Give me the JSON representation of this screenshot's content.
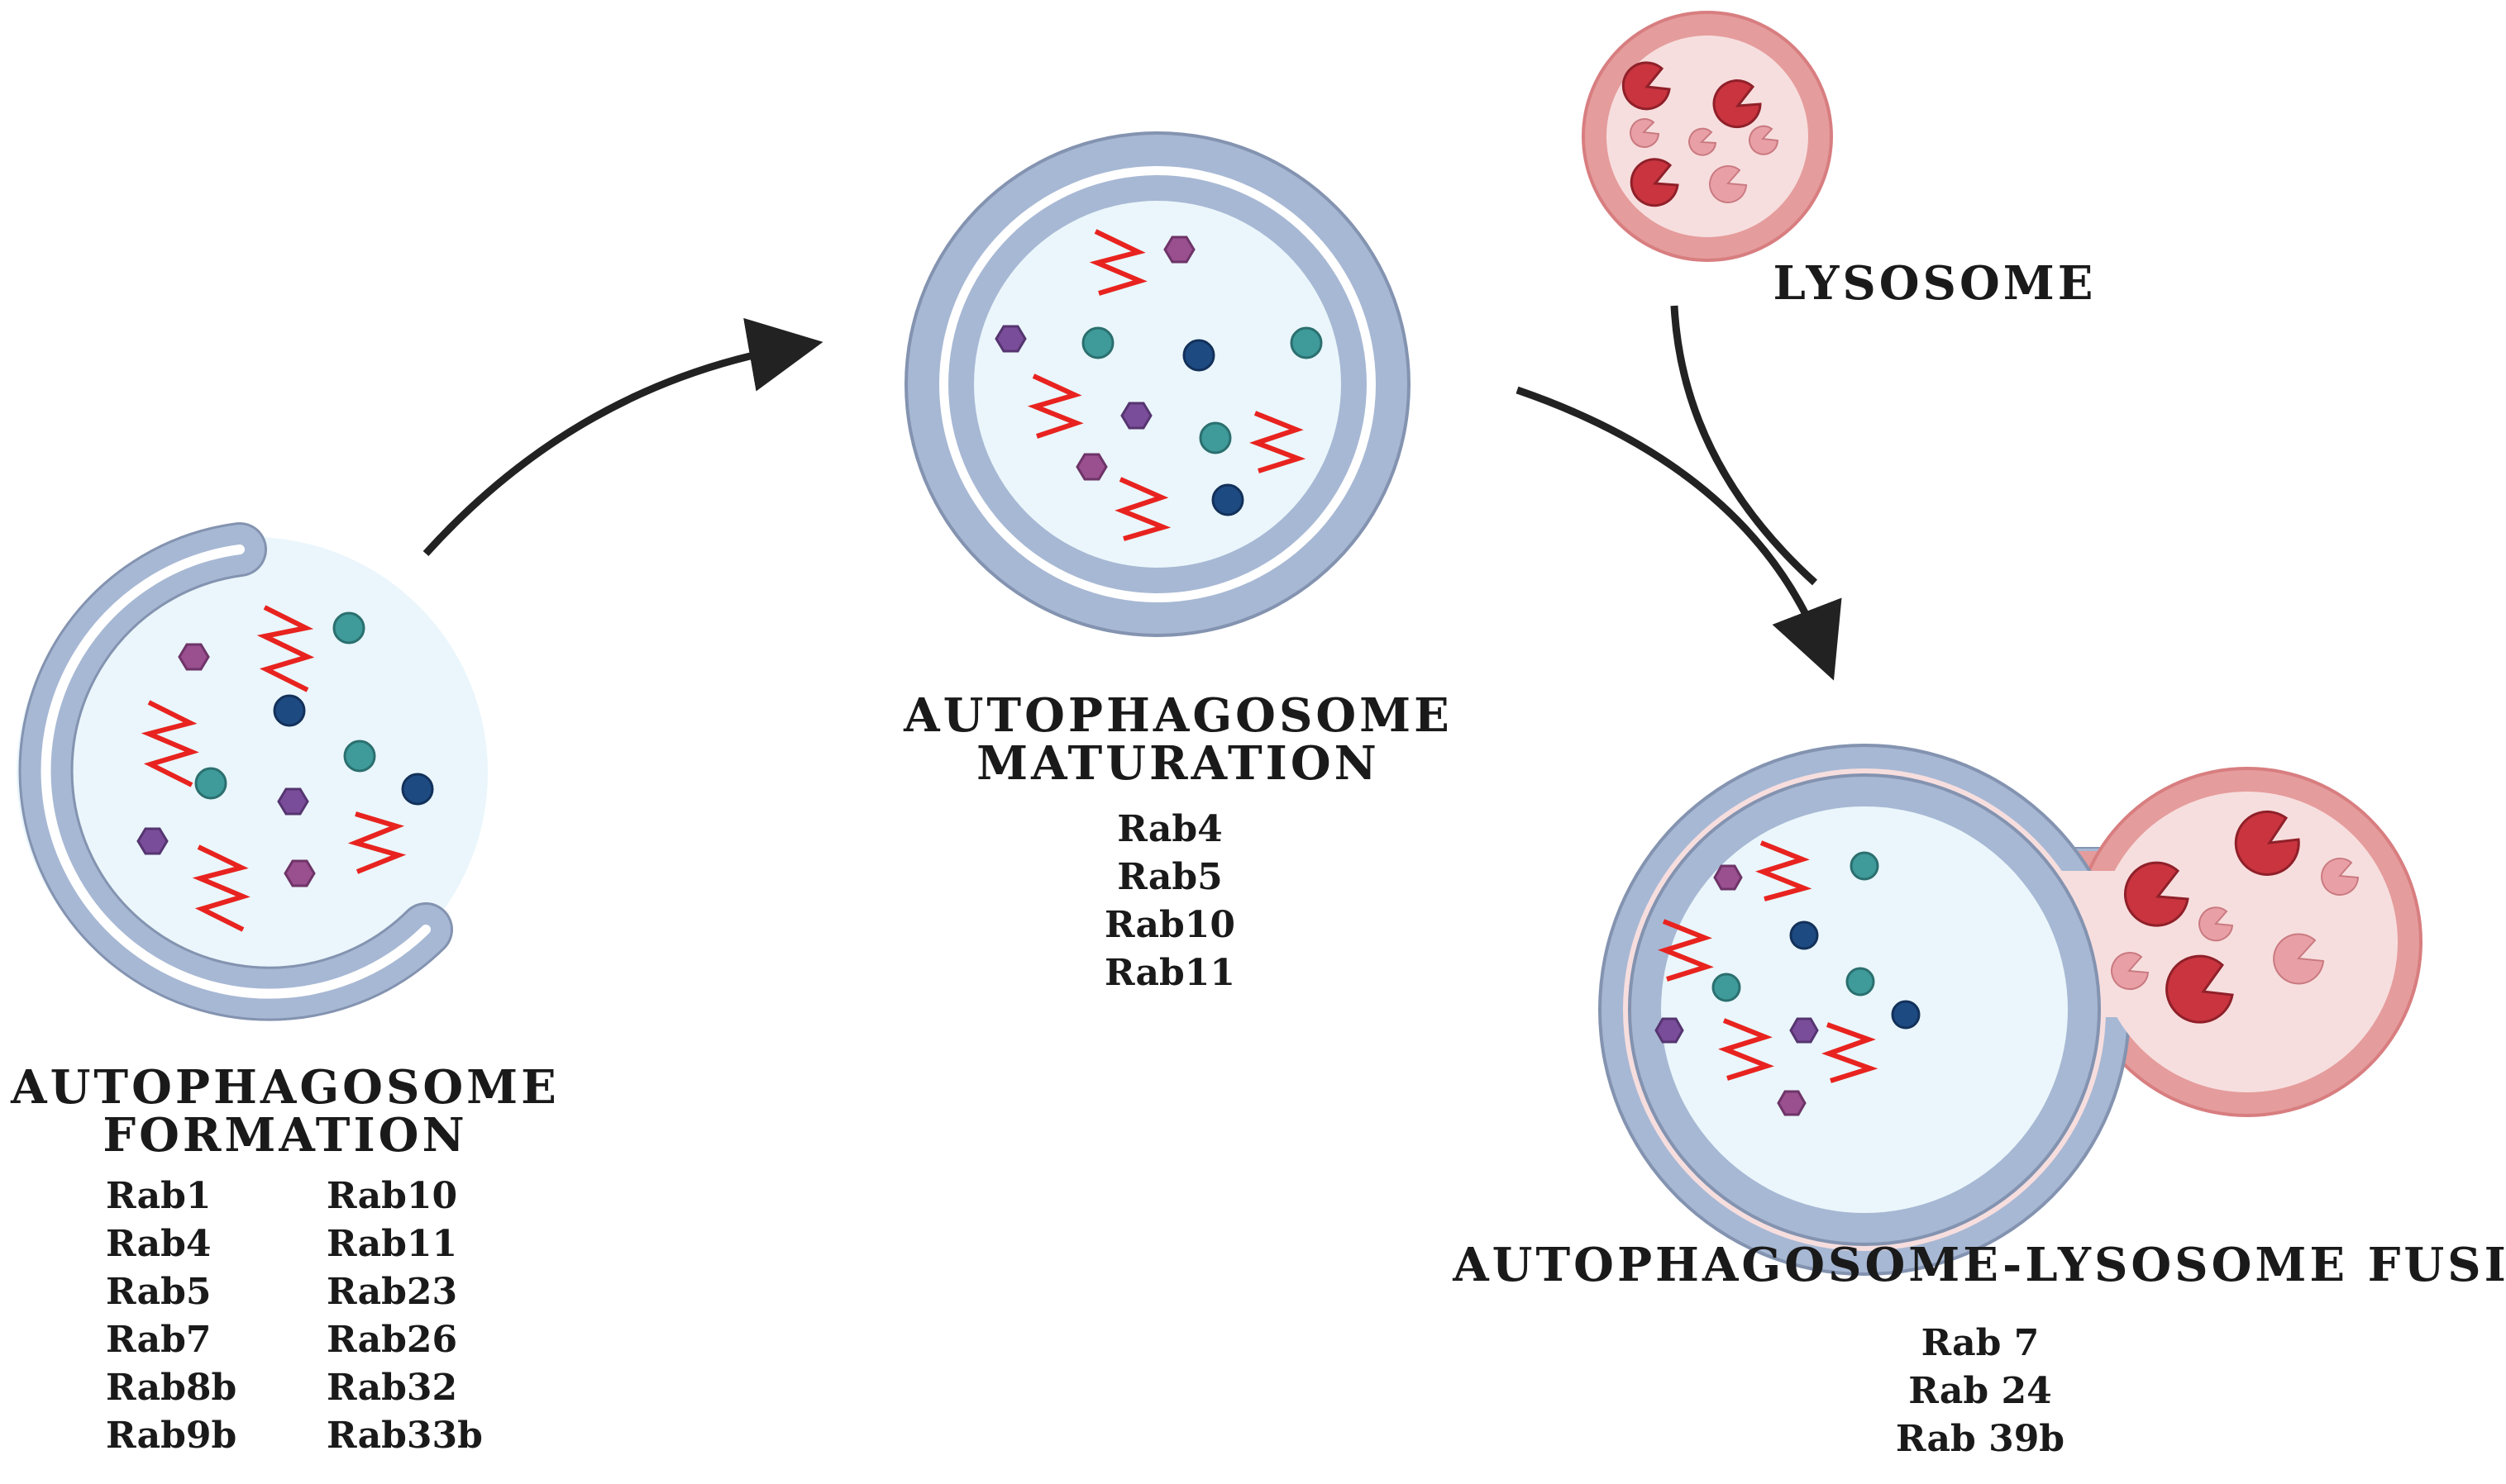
{
  "formation": {
    "title_line1": "AUTOPHAGOSOME",
    "title_line2": "FORMATION",
    "rabs_col1": [
      "Rab1",
      "Rab4",
      "Rab5",
      "Rab7",
      "Rab8b",
      "Rab9b"
    ],
    "rabs_col2": [
      "Rab10",
      "Rab11",
      "Rab23",
      "Rab26",
      "Rab32",
      "Rab33b"
    ]
  },
  "maturation": {
    "title_line1": "AUTOPHAGOSOME",
    "title_line2": "MATURATION",
    "rabs": [
      "Rab4",
      "Rab5",
      "Rab10",
      "Rab11"
    ]
  },
  "lysosome": {
    "title": "LYSOSOME"
  },
  "fusion": {
    "title": "AUTOPHAGOSOME-LYSOSOME FUSION",
    "rabs": [
      "Rab 7",
      "Rab 24",
      "Rab 39b"
    ]
  },
  "colors": {
    "membrane": "#a7b8d4",
    "membrane_edge": "#8393b0",
    "lumen": "#eaf6fb",
    "cargo_zigzag": "#e8231f",
    "cargo_teal": "#3f9a9a",
    "cargo_navy": "#1e4a82",
    "cargo_purple": "#7a4d9a",
    "lysosome_membrane": "#e59c9c",
    "lysosome_lumen": "#f7dede",
    "enzyme_dark": "#c9343f",
    "enzyme_light": "#e8a0a6",
    "arrow": "#222222"
  }
}
